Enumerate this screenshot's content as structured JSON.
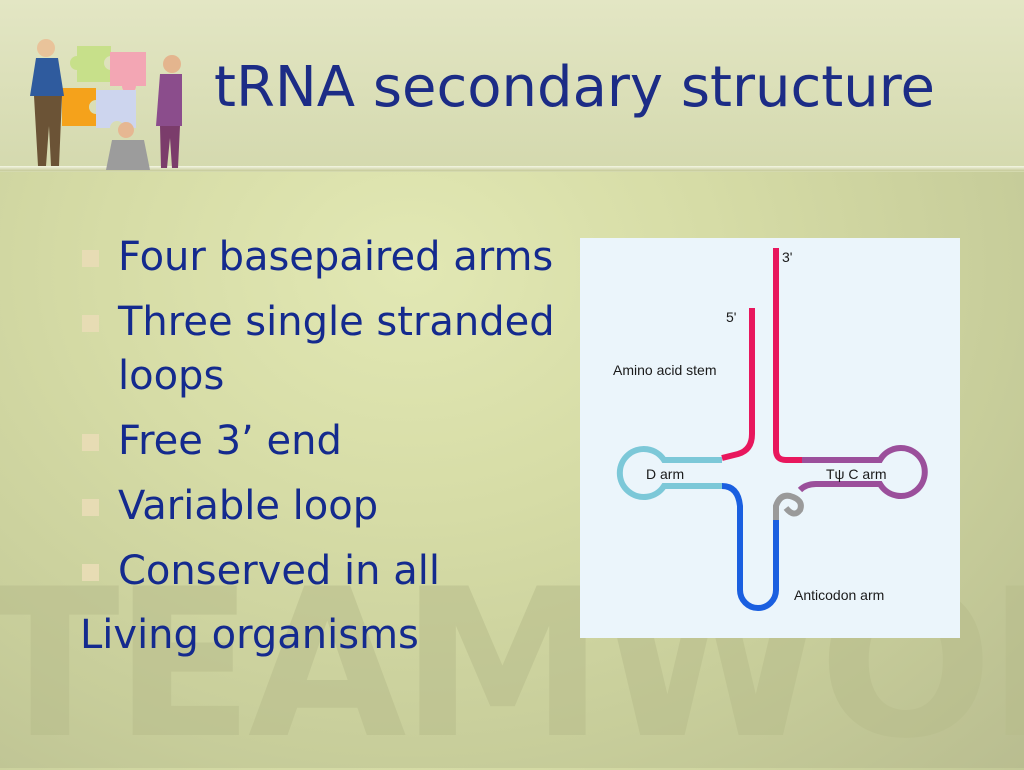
{
  "slide": {
    "title": "tRNA secondary structure",
    "watermark": "TEAMWORK",
    "bullets": [
      "Four basepaired arms",
      "Three single stranded loops",
      "Free 3’ end",
      "Variable loop",
      "Conserved in all"
    ],
    "continuation": "Living organisms"
  },
  "diagram": {
    "labels": {
      "three_prime": "3'",
      "five_prime": "5'",
      "amino_acid_stem": "Amino acid stem",
      "d_arm": "D arm",
      "tpsic_arm": "Tψ C  arm",
      "anticodon_arm": "Anticodon arm"
    },
    "colors": {
      "acceptor_stem": "#e8175d",
      "d_arm": "#7cc8d8",
      "anticodon_arm": "#1a5fe0",
      "tpsic_arm": "#9b4f9b",
      "variable_loop": "#9a9a9a",
      "title_text": "#1c2c86",
      "body_text": "#142a8e"
    }
  },
  "logo": {
    "icon": "teamwork-puzzle-people-icon"
  }
}
